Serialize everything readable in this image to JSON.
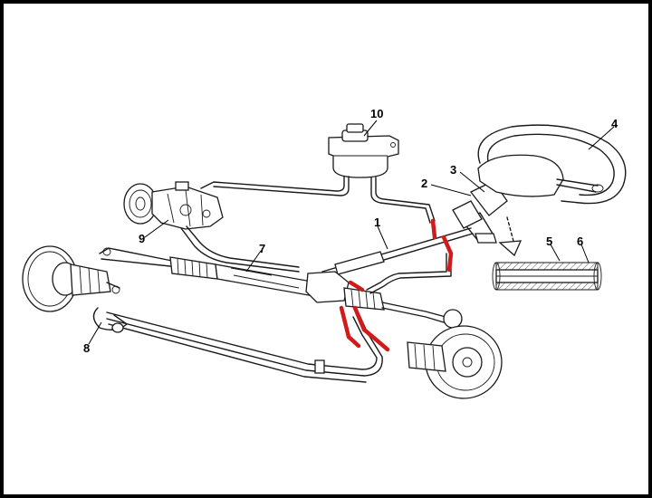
{
  "labels": {
    "l1": "1",
    "l2": "2",
    "l3": "3",
    "l4": "4",
    "l5": "5",
    "l6": "6",
    "l7": "7",
    "l8": "8",
    "l9": "9",
    "l10": "10"
  },
  "colors": {
    "outline": "#1a1a1a",
    "highlight": "#d11a1a",
    "background": "#ffffff",
    "frame": "#000000"
  }
}
